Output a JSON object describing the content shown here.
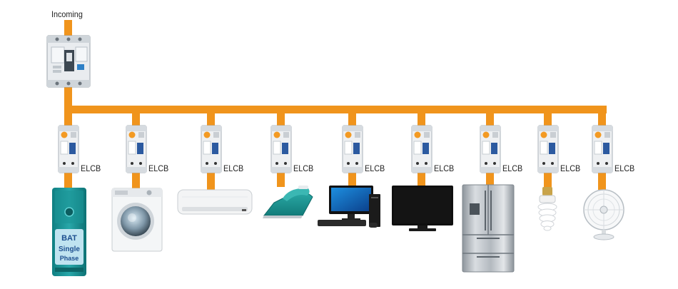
{
  "diagram": {
    "incoming_label": "Incoming",
    "main_breaker_icon": "mccb-main-breaker-icon",
    "bus_color": "#f0941c",
    "branch_label": "ELCB",
    "branches": [
      {
        "breaker_label": "ELCB",
        "appliance_icon": "water-heater-icon",
        "appliance_text": [
          "BAT",
          "Single",
          "Phase"
        ]
      },
      {
        "breaker_label": "ELCB",
        "appliance_icon": "washing-machine-icon"
      },
      {
        "breaker_label": "ELCB",
        "appliance_icon": "air-conditioner-icon"
      },
      {
        "breaker_label": "ELCB",
        "appliance_icon": "clothes-iron-icon"
      },
      {
        "breaker_label": "ELCB",
        "appliance_icon": "desktop-computer-icon"
      },
      {
        "breaker_label": "ELCB",
        "appliance_icon": "television-icon"
      },
      {
        "breaker_label": "ELCB",
        "appliance_icon": "refrigerator-icon"
      },
      {
        "breaker_label": "ELCB",
        "appliance_icon": "cfl-bulb-icon"
      },
      {
        "breaker_label": "ELCB",
        "appliance_icon": "electric-fan-icon"
      }
    ]
  }
}
